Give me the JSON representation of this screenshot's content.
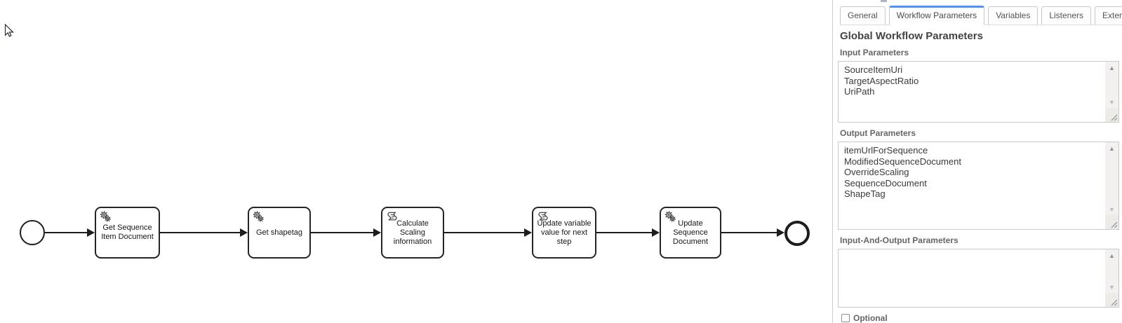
{
  "diagram": {
    "start_event": {
      "name": "start-event"
    },
    "end_event": {
      "name": "end-event"
    },
    "tasks": [
      {
        "label": "Get Sequence Item Document",
        "type": "service"
      },
      {
        "label": "Get shapetag",
        "type": "service"
      },
      {
        "label": "Calculate Scaling information",
        "type": "script"
      },
      {
        "label": "Update variable value for next step",
        "type": "script"
      },
      {
        "label": "Update Sequence Document",
        "type": "service"
      }
    ]
  },
  "panel": {
    "tabs": [
      {
        "label": "General",
        "active": false
      },
      {
        "label": "Workflow Parameters",
        "active": true
      },
      {
        "label": "Variables",
        "active": false
      },
      {
        "label": "Listeners",
        "active": false
      },
      {
        "label": "Extensions",
        "active": false
      }
    ],
    "heading": "Global Workflow Parameters",
    "sections": [
      {
        "label": "Input Parameters",
        "items": [
          "SourceItemUri",
          "TargetAspectRatio",
          "UriPath"
        ]
      },
      {
        "label": "Output Parameters",
        "items": [
          "itemUrlForSequence",
          "ModifiedSequenceDocument",
          "OverrideScaling",
          "SequenceDocument",
          "ShapeTag"
        ]
      },
      {
        "label": "Input-And-Output Parameters",
        "items": []
      }
    ],
    "optional": {
      "label": "Optional",
      "checked": false
    }
  },
  "icons": {
    "scroll_up_glyph": "▲",
    "scroll_down_glyph": "▼"
  },
  "colors": {
    "active_tab_accent": "#4d90fe",
    "diagram_stroke": "#1d1d1d",
    "panel_border": "#cfcfcf"
  }
}
